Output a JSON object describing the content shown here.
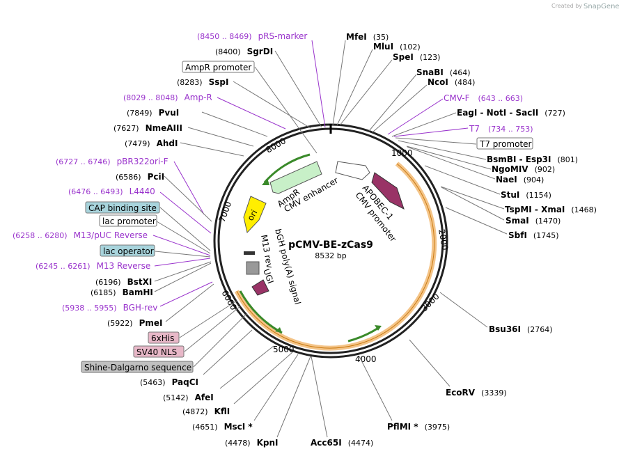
{
  "plasmid": {
    "name": "pCMV-BE-zCas9",
    "size_label": "8532 bp",
    "credit_prefix": "Created by",
    "credit_brand": "SnapGene"
  },
  "ticks": [
    "1000",
    "2000",
    "3000",
    "4000",
    "5000",
    "6000",
    "7000",
    "8000"
  ],
  "right_labels": [
    {
      "name": "MfeI",
      "pos": "(35)"
    },
    {
      "name": "MluI",
      "pos": "(102)"
    },
    {
      "name": "SpeI",
      "pos": "(123)"
    },
    {
      "name": "SnaBI",
      "pos": "(464)"
    },
    {
      "name": "NcoI",
      "pos": "(484)"
    },
    {
      "name": "CMV-F",
      "pos": "(643 .. 663)"
    },
    {
      "name": "EagI - NotI - SacII",
      "pos": "(727)"
    },
    {
      "name": "T7",
      "pos": "(734 .. 753)"
    },
    {
      "name": "T7 promoter",
      "pos": ""
    },
    {
      "name": "BsmBI - Esp3I",
      "pos": "(801)"
    },
    {
      "name": "NgoMIV",
      "pos": "(902)"
    },
    {
      "name": "NaeI",
      "pos": "(904)"
    },
    {
      "name": "StuI",
      "pos": "(1154)"
    },
    {
      "name": "TspMI - XmaI",
      "pos": "(1468)"
    },
    {
      "name": "SmaI",
      "pos": "(1470)"
    },
    {
      "name": "SbfI",
      "pos": "(1745)"
    },
    {
      "name": "Bsu36I",
      "pos": "(2764)"
    },
    {
      "name": "EcoRV",
      "pos": "(3339)"
    },
    {
      "name": "PflMI *",
      "pos": "(3975)"
    }
  ],
  "bottom_labels": [
    {
      "name": "Acc65I",
      "pos": "(4474)"
    },
    {
      "name": "KpnI",
      "pos": "(4478)"
    },
    {
      "name": "MscI *",
      "pos": "(4651)"
    },
    {
      "name": "KflI",
      "pos": "(4872)"
    },
    {
      "name": "AfeI",
      "pos": "(5142)"
    },
    {
      "name": "PaqCI",
      "pos": "(5463)"
    }
  ],
  "left_labels": [
    {
      "name": "pRS-marker",
      "pos": "(8450 .. 8469)"
    },
    {
      "name": "SgrDI",
      "pos": "(8400)"
    },
    {
      "name": "AmpR promoter",
      "pos": ""
    },
    {
      "name": "SspI",
      "pos": "(8283)"
    },
    {
      "name": "Amp-R",
      "pos": "(8029 .. 8048)"
    },
    {
      "name": "PvuI",
      "pos": "(7849)"
    },
    {
      "name": "NmeAIII",
      "pos": "(7627)"
    },
    {
      "name": "AhdI",
      "pos": "(7479)"
    },
    {
      "name": "pBR322ori-F",
      "pos": "(6727 .. 6746)"
    },
    {
      "name": "PciI",
      "pos": "(6586)"
    },
    {
      "name": "L4440",
      "pos": "(6476 .. 6493)"
    },
    {
      "name": "CAP binding site",
      "pos": ""
    },
    {
      "name": "lac promoter",
      "pos": ""
    },
    {
      "name": "M13/pUC Reverse",
      "pos": "(6258 .. 6280)"
    },
    {
      "name": "lac operator",
      "pos": ""
    },
    {
      "name": "M13 Reverse",
      "pos": "(6245 .. 6261)"
    },
    {
      "name": "BstXI",
      "pos": "(6196)"
    },
    {
      "name": "BamHI",
      "pos": "(6185)"
    },
    {
      "name": "BGH-rev",
      "pos": "(5938 .. 5955)"
    },
    {
      "name": "PmeI",
      "pos": "(5922)"
    },
    {
      "name": "6xHis",
      "pos": ""
    },
    {
      "name": "SV40 NLS",
      "pos": ""
    },
    {
      "name": "Shine-Dalgarno sequence",
      "pos": ""
    }
  ],
  "inner_features": {
    "ampr": "AmpR",
    "cmv_enhancer": "CMV enhancer",
    "apobec": "APOBEC-1",
    "cmv_promoter": "CMV promoter",
    "ori": "ori",
    "m13rev": "M13 rev",
    "bgh": "bGH poly(A) signal",
    "ugi": "UGI"
  },
  "colors": {
    "backbone": "#222222",
    "primer": "#9933cc",
    "orf_orange": "#f0b060",
    "arrow_green": "#3a8a2a",
    "ampr_fill": "#c8f0c8",
    "ori_fill": "#ffee00",
    "apobec_fill": "#993366",
    "ugi_fill": "#993366",
    "cap_box": "#a8d4dc",
    "lac_op_box": "#a8d4dc",
    "his_box": "#e8b8c8",
    "sd_box": "#c0c0c0"
  }
}
